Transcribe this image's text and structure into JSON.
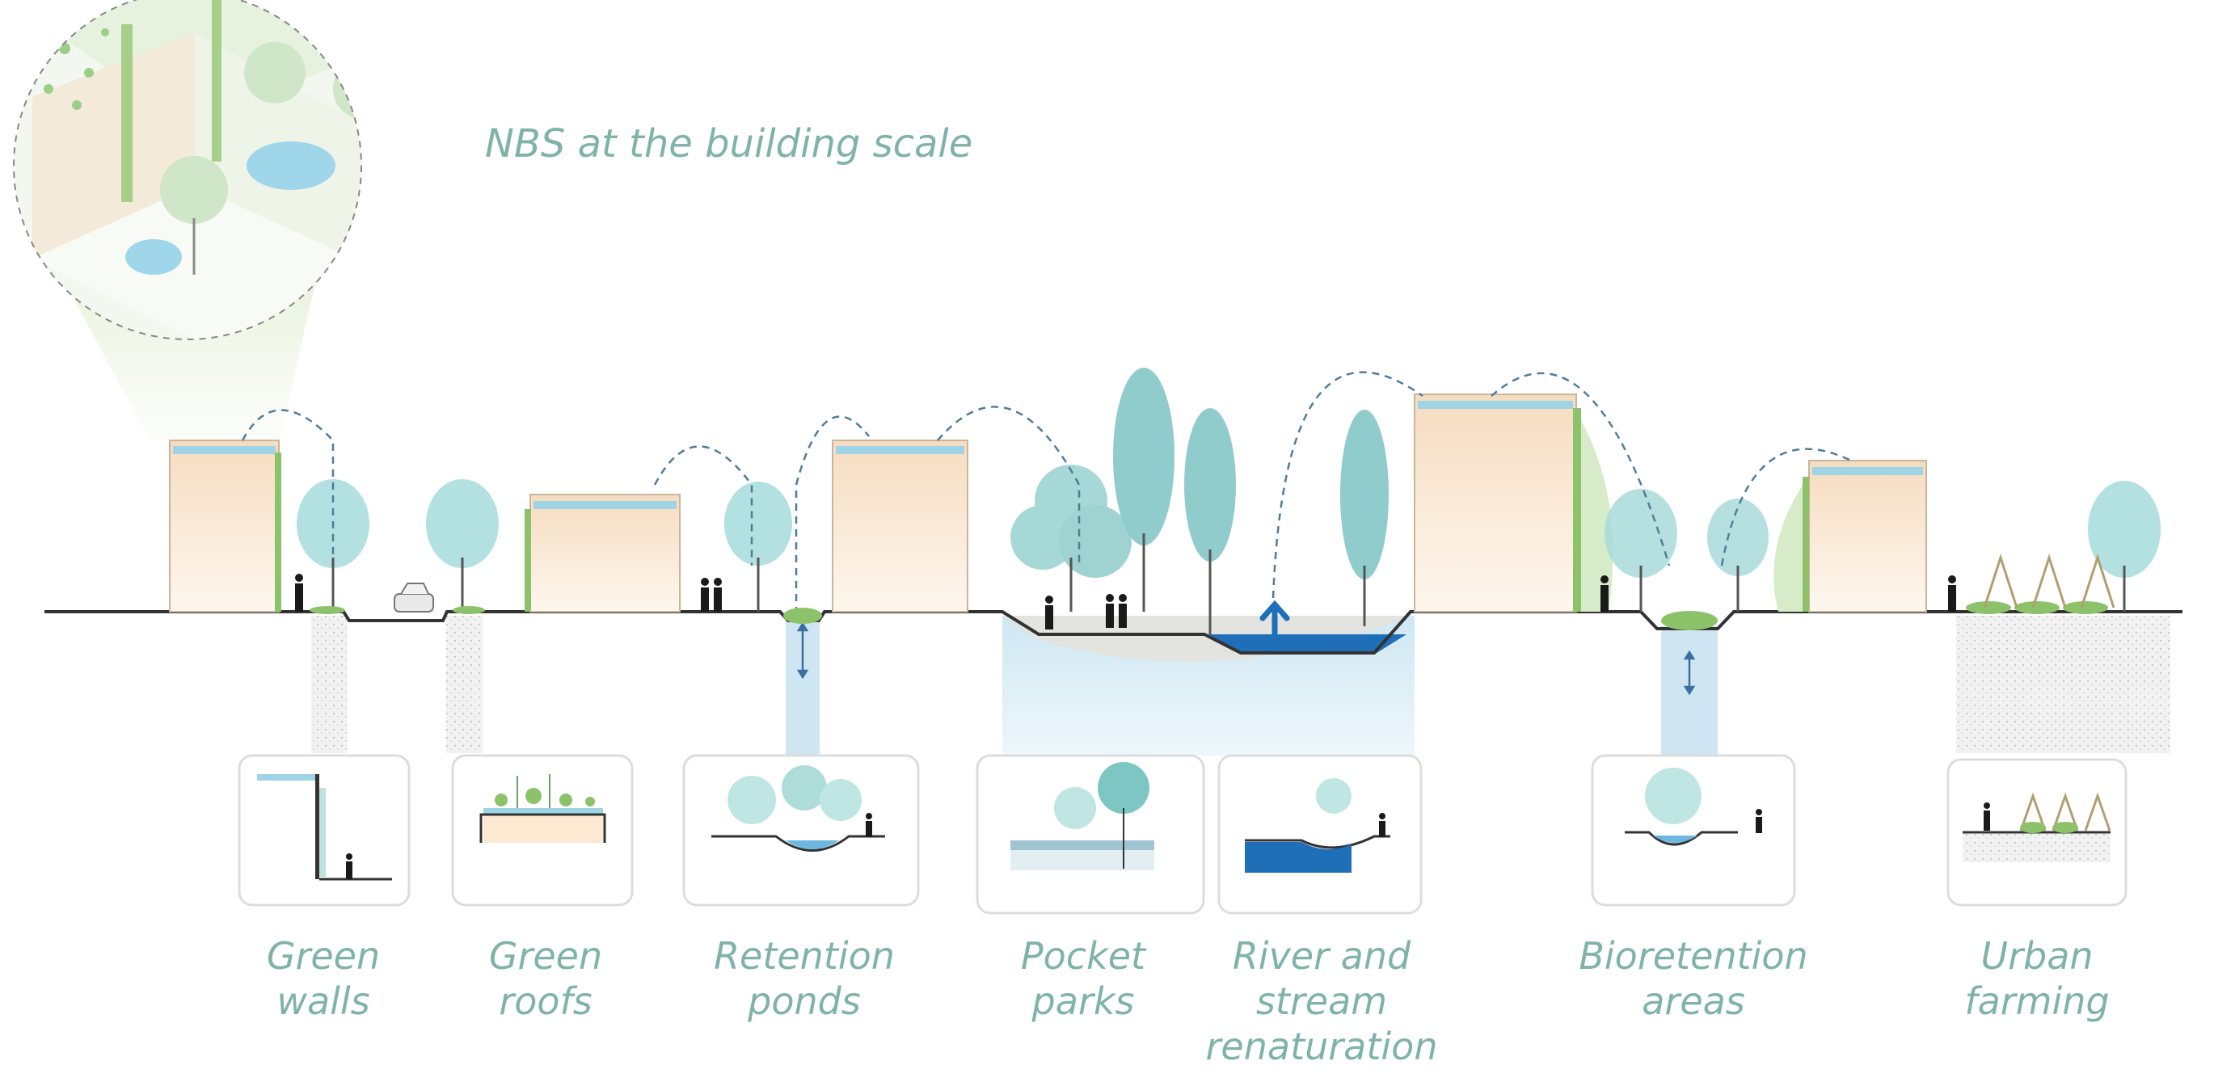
{
  "title": "NBS at the building scale",
  "labels": [
    {
      "id": "green-walls",
      "lines": [
        "Green",
        "walls"
      ]
    },
    {
      "id": "green-roofs",
      "lines": [
        "Green",
        "roofs"
      ]
    },
    {
      "id": "retention-ponds",
      "lines": [
        "Retention",
        "ponds"
      ]
    },
    {
      "id": "pocket-parks",
      "lines": [
        "Pocket",
        "parks"
      ]
    },
    {
      "id": "river-renaturation",
      "lines": [
        "River and",
        "stream",
        "renaturation"
      ]
    },
    {
      "id": "bioretention-areas",
      "lines": [
        "Bioretention",
        "areas"
      ]
    },
    {
      "id": "urban-farming",
      "lines": [
        "Urban",
        "farming"
      ]
    }
  ],
  "colors": {
    "label_text": "#7fb3aa",
    "tree": "#a9dada",
    "tree_dark": "#7ec6c4",
    "building_top": "#f7e3c8",
    "building_bottom": "#fdf6ec",
    "roof_water": "#9fd3e6",
    "green": "#8cc26a",
    "water": "#2b7cc4",
    "infiltration": "#d8ecf4",
    "ground_line": "#333333"
  }
}
